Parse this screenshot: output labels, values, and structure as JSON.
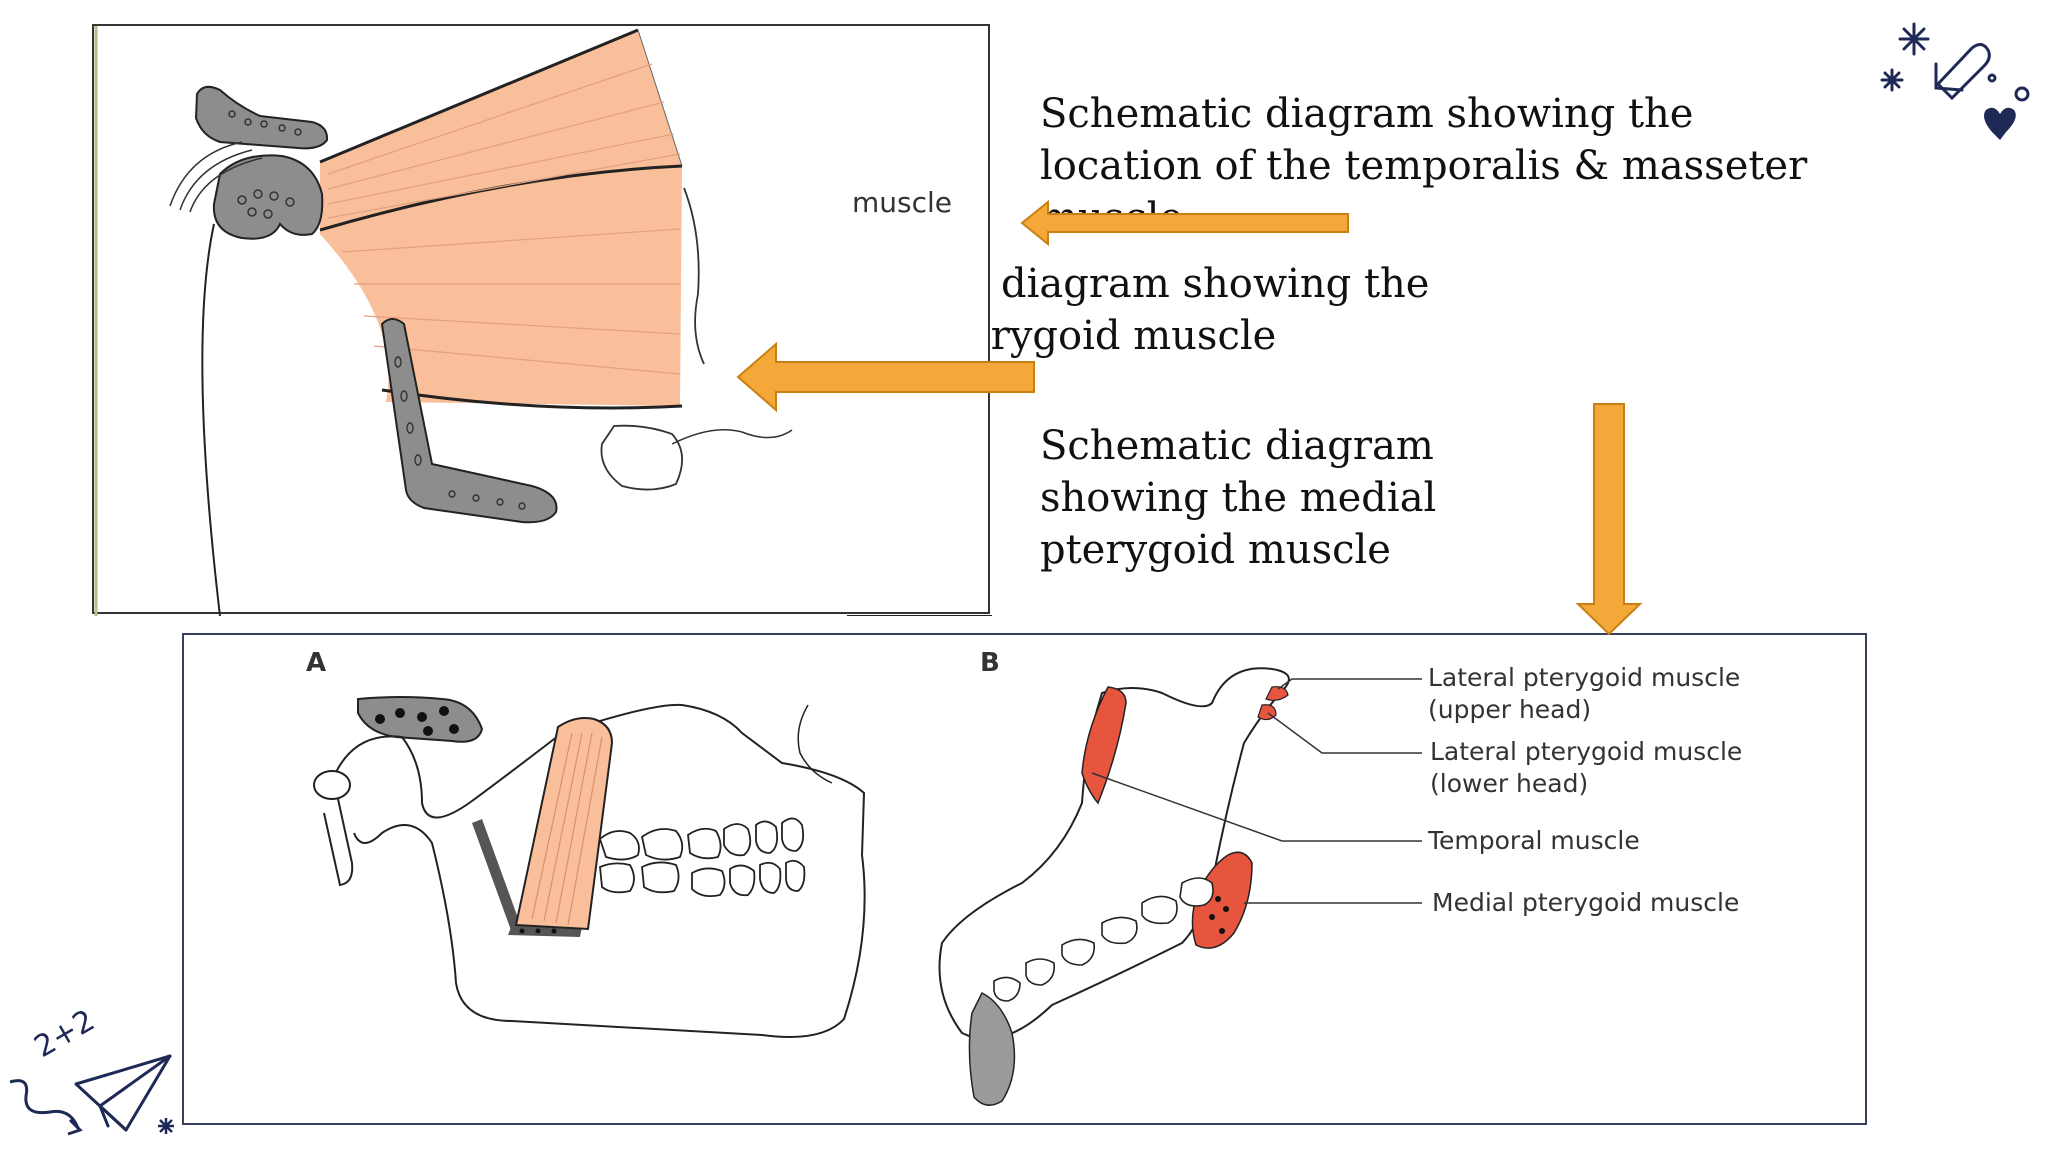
{
  "captions": {
    "top": "Schematic diagram showing the\nlocation of the temporalis & masseter\nmuscle",
    "middle": "Schematic diagram showing the\nmedial pterygoid muscle",
    "lower": "Schematic diagram\nshowing the medial\npterygoid muscle"
  },
  "figure_top": {
    "label": "muscle"
  },
  "figure_bottom": {
    "panel_a": "A",
    "panel_b": "B",
    "labels": {
      "lateral_upper_1": "Lateral pterygoid muscle",
      "lateral_upper_2": "(upper head)",
      "lateral_lower_1": "Lateral pterygoid muscle",
      "lateral_lower_2": "(lower head)",
      "temporal": "Temporal muscle",
      "medial": "Medial pterygoid muscle"
    }
  },
  "decorations": {
    "math_doodle": "2+2"
  },
  "colors": {
    "arrow": "#F4A83A",
    "arrow_outline": "#C98012",
    "muscle_skin": "#F8BF9A",
    "muscle_red": "#E8553F",
    "bone_grey": "#8D8D8D",
    "doodle_navy": "#1E2A55"
  }
}
